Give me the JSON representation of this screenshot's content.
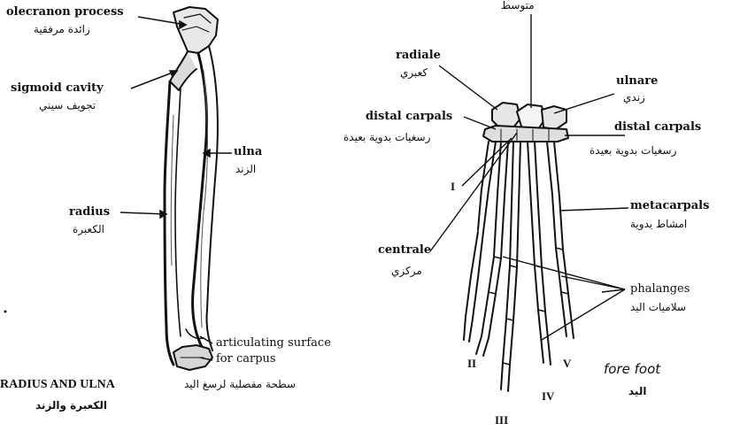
{
  "radius_ulna": {
    "olecranon_en": "olecranon process",
    "olecranon_ar": "زائدة مرفقية",
    "sigmoid_en": "sigmoid cavity",
    "sigmoid_ar": "تجويف سيني",
    "ulna_en": "ulna",
    "ulna_ar": "الزند",
    "radius_en": "radius",
    "radius_ar": "الكعبرة",
    "articulating_en_1": "articulating surface",
    "articulating_en_2": "for carpus",
    "articulating_ar": "سطحة مفصلية لرسغ اليد",
    "caption_en": "RADIUS AND ULNA",
    "caption_ar": "الكعبرة والزند"
  },
  "fore_foot": {
    "top_ar": "متوسط",
    "radiale_en": "radiale",
    "radiale_ar": "كعبري",
    "ulnare_en": "ulnare",
    "ulnare_ar": "زندي",
    "distal_left_en": "distal carpals",
    "distal_left_ar": "رسغيات بدوية بعيدة",
    "distal_right_en": "distal carpals",
    "distal_right_ar": "رسغيات بدوية بعيدة",
    "digit_1": "I",
    "digit_2": "II",
    "digit_3": "III",
    "digit_4": "IV",
    "digit_5": "V",
    "centrale_en": "centrale",
    "centrale_ar": "مركزي",
    "metacarpals_en": "metacarpals",
    "metacarpals_ar": "امشاط يدوية",
    "phalanges_en": "phalanges",
    "phalanges_ar": "سلاميات اليد",
    "caption_en": "fore foot",
    "caption_ar": "اليد"
  }
}
